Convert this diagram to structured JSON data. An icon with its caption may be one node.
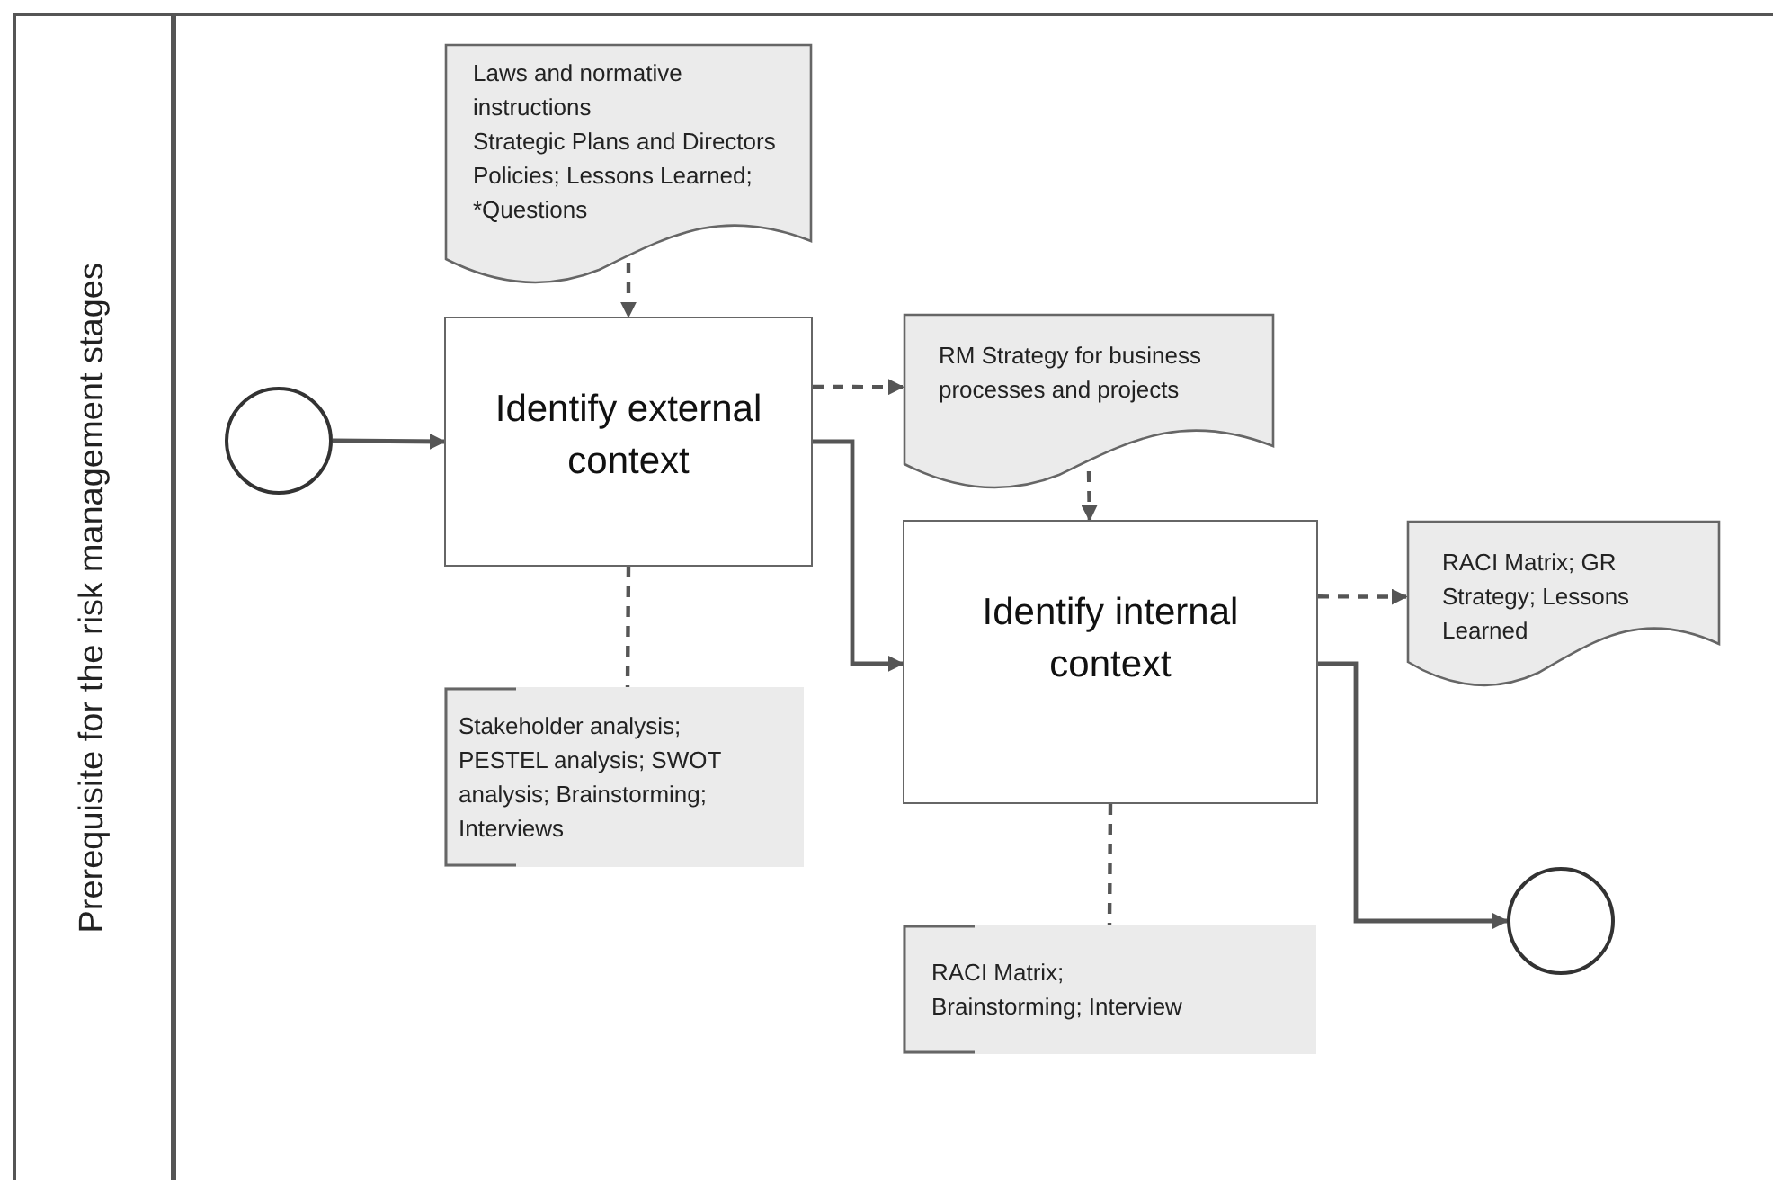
{
  "diagram": {
    "nodes": [
      {
        "text": [
          "Prerequisite for the risk management stages"
        ]
      },
      {
        "text": [],
        "shape": "circle",
        "in": 0
      },
      {
        "text": [
          "Laws and normative instructions",
          "Strategic Plans and Directors",
          "Policies; Lessons Learned; *Questions"
        ],
        "in": 0
      },
      {
        "text": [
          "Identify external context"
        ],
        "in": 0
      },
      {
        "text": [
          "RM Strategy for business processes and projects"
        ],
        "in": 0
      },
      {
        "text": [
          "Stakeholder analysis; PESTEL analysis; SWOT analysis; Brainstorming; Interviews"
        ],
        "in": 0
      },
      {
        "text": [
          "Identify internal context"
        ],
        "in": 0
      },
      {
        "text": [
          "RACI Matrix; GR Strategy; Lessons Learned"
        ],
        "in": 0
      },
      {
        "text": [
          "RACI Matrix; Brainstorming; Interview"
        ],
        "in": 0
      },
      {
        "text": [],
        "shape": "circle",
        "in": 0
      }
    ],
    "edges": [
      {
        "from": 1,
        "to": 3,
        "arrow": "to"
      },
      {
        "from": 2,
        "to": 3,
        "arrow": "to",
        "style": "dashed"
      },
      {
        "from": 3,
        "to": 4,
        "arrow": "to",
        "style": "dashed"
      },
      {
        "from": 4,
        "to": 6,
        "arrow": "to",
        "style": "dashed"
      },
      {
        "from": 3,
        "to": 6,
        "arrow": "to"
      },
      {
        "from": 6,
        "to": 7,
        "arrow": "to",
        "style": "dashed"
      },
      {
        "from": 6,
        "to": 9,
        "arrow": "to"
      },
      {
        "from": 3,
        "to": 5,
        "arrow": "none",
        "style": "dashed"
      },
      {
        "from": 6,
        "to": 8,
        "arrow": "none",
        "style": "dashed"
      }
    ]
  }
}
